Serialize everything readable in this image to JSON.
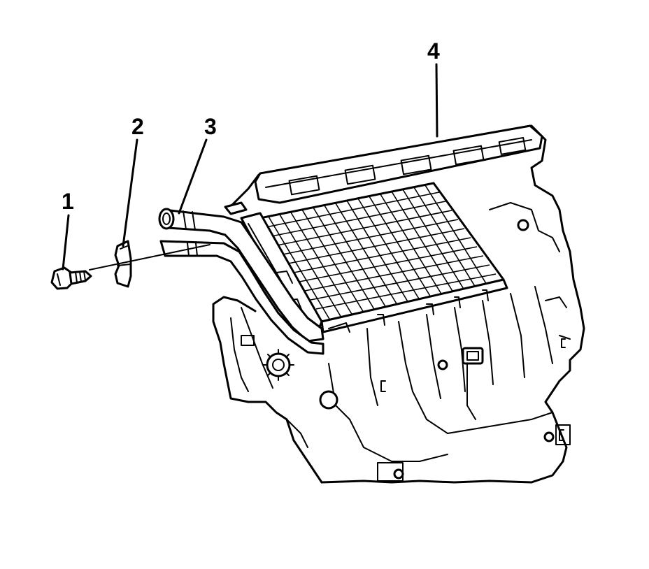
{
  "diagram": {
    "callouts": [
      {
        "id": "1",
        "label": "1",
        "part": "screw"
      },
      {
        "id": "2",
        "label": "2",
        "part": "clamp"
      },
      {
        "id": "3",
        "label": "3",
        "part": "heater-core-pipes"
      },
      {
        "id": "4",
        "label": "4",
        "part": "heater-core"
      }
    ],
    "colors": {
      "line": "#000000",
      "background": "#ffffff"
    }
  }
}
